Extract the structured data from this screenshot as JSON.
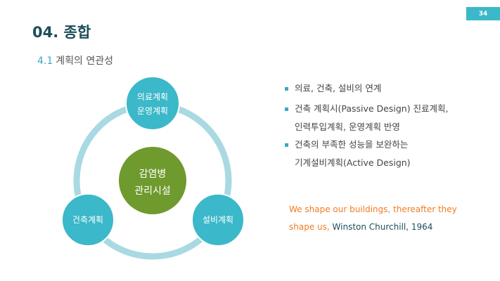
{
  "page_number": "34",
  "title": "04. 종합",
  "subtitle": {
    "number": "4.1",
    "text": "계획의 연관성"
  },
  "diagram": {
    "center": [
      "감염병",
      "관리시설"
    ],
    "top": [
      "의료계획",
      "운영계획"
    ],
    "left": "건축계획",
    "right": "설비계획"
  },
  "bullets": [
    {
      "lines": [
        "의료, 건축, 설비의 연계"
      ]
    },
    {
      "lines": [
        "건축 계획시(Passive Design) 진료계획,",
        "인력투입계획, 운영계획 반영"
      ]
    },
    {
      "lines": [
        "건축의 부족한 성능을 보완하는",
        "기계설비계획(Active Design)"
      ]
    }
  ],
  "quote": {
    "line1": "We shape our buildings, thereafter they",
    "line2": "shape us,",
    "author": "Winston Churchill, 1964"
  },
  "colors": {
    "accent": "#3bb8c9",
    "center": "#6f9a2e",
    "ring": "#a9d9e2",
    "quote": "#f07c22"
  }
}
